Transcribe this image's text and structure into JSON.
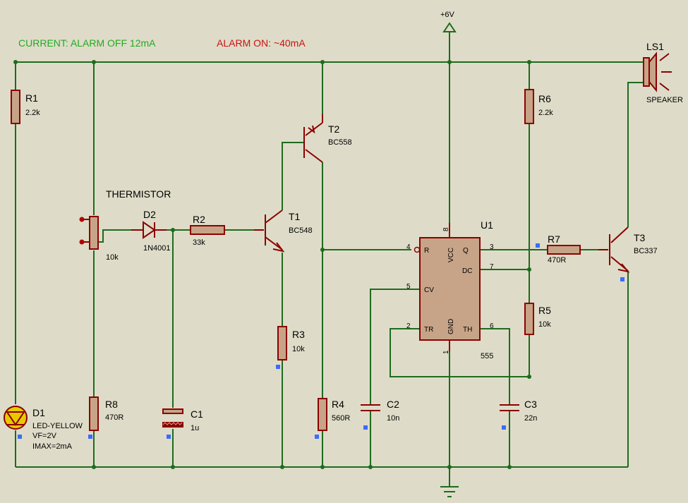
{
  "header": {
    "current_off": "CURRENT: ALARM OFF 12mA",
    "current_on": "ALARM ON: ~40mA"
  },
  "power": {
    "vcc": "+6V"
  },
  "colors": {
    "wire": "#1e6b1e",
    "component": "#8b0000",
    "body_fill": "#c7a488",
    "background": "#dedcc8",
    "marker": "#3b6bff"
  },
  "components": {
    "R1": {
      "ref": "R1",
      "value": "2.2k"
    },
    "R2": {
      "ref": "R2",
      "value": "33k"
    },
    "R3": {
      "ref": "R3",
      "value": "10k"
    },
    "R4": {
      "ref": "R4",
      "value": "560R"
    },
    "R5": {
      "ref": "R5",
      "value": "10k"
    },
    "R6": {
      "ref": "R6",
      "value": "2.2k"
    },
    "R7": {
      "ref": "R7",
      "value": "470R"
    },
    "R8": {
      "ref": "R8",
      "value": "470R"
    },
    "D1": {
      "ref": "D1",
      "value": "LED-YELLOW",
      "vf": "VF=2V",
      "imax": "IMAX=2mA"
    },
    "D2": {
      "ref": "D2",
      "value": "1N4001"
    },
    "C1": {
      "ref": "C1",
      "value": "1u"
    },
    "C2": {
      "ref": "C2",
      "value": "10n"
    },
    "C3": {
      "ref": "C3",
      "value": "22n"
    },
    "T1": {
      "ref": "T1",
      "value": "BC548"
    },
    "T2": {
      "ref": "T2",
      "value": "BC558"
    },
    "T3": {
      "ref": "T3",
      "value": "BC337"
    },
    "thermistor": {
      "label": "THERMISTOR",
      "value": "10k"
    },
    "LS1": {
      "ref": "LS1",
      "value": "SPEAKER"
    },
    "U1": {
      "ref": "U1",
      "value": "555",
      "pins": {
        "R": "R",
        "VCC": "VCC",
        "Q": "Q",
        "DC": "DC",
        "CV": "CV",
        "TR": "TR",
        "TH": "TH",
        "GND": "GND"
      },
      "pin_numbers": {
        "p1": "1",
        "p2": "2",
        "p3": "3",
        "p4": "4",
        "p5": "5",
        "p6": "6",
        "p7": "7",
        "p8": "8"
      }
    }
  }
}
